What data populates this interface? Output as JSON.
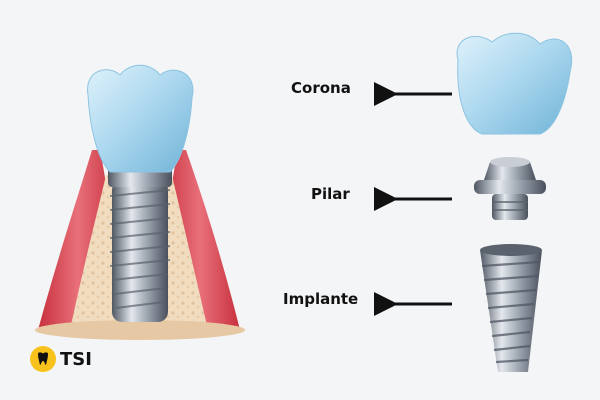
{
  "labels": {
    "corona": "Corona",
    "pilar": "Pilar",
    "implante": "Implante"
  },
  "logo": {
    "text": "TSI",
    "icon": "tooth-icon",
    "badge_color": "#f6c21b"
  },
  "colors": {
    "crown": "#a9d6ee",
    "gum": "#d9454f",
    "bone": "#f1dcc0",
    "metal": "#8a93a0"
  }
}
